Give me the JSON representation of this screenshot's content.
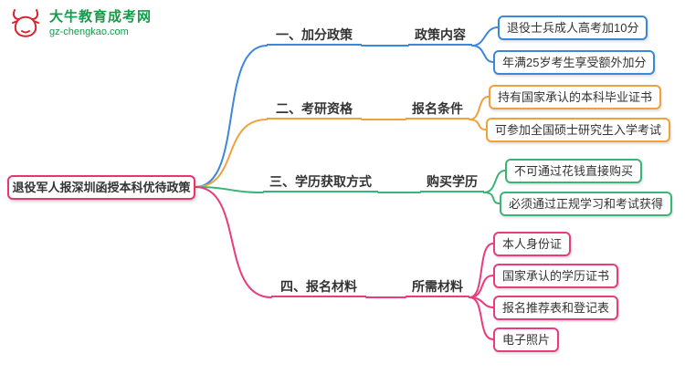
{
  "logo": {
    "title": "大牛教育成考网",
    "url": "gz-chengkao.com",
    "red": "#D9232E",
    "green": "#149B4A"
  },
  "root": {
    "label": "退役军人报深圳函授本科优待政策",
    "color": "#E6366E"
  },
  "branches": [
    {
      "label": "一、加分政策",
      "sub": "政策内容",
      "color": "#3D87D8",
      "leaves": [
        "退役士兵成人高考加10分",
        "年满25岁考生享受额外加分"
      ]
    },
    {
      "label": "二、考研资格",
      "sub": "报名条件",
      "color": "#EFA23C",
      "leaves": [
        "持有国家承认的本科毕业证书",
        "可参加全国硕士研究生入学考试"
      ]
    },
    {
      "label": "三、学历获取方式",
      "sub": "购买学历",
      "color": "#3CB377",
      "leaves": [
        "不可通过花钱直接购买",
        "必须通过正规学习和考试获得"
      ]
    },
    {
      "label": "四、报名材料",
      "sub": "所需材料",
      "color": "#EA3B7C",
      "leaves": [
        "本人身份证",
        "国家承认的学历证书",
        "报名推荐表和登记表",
        "电子照片"
      ]
    }
  ]
}
